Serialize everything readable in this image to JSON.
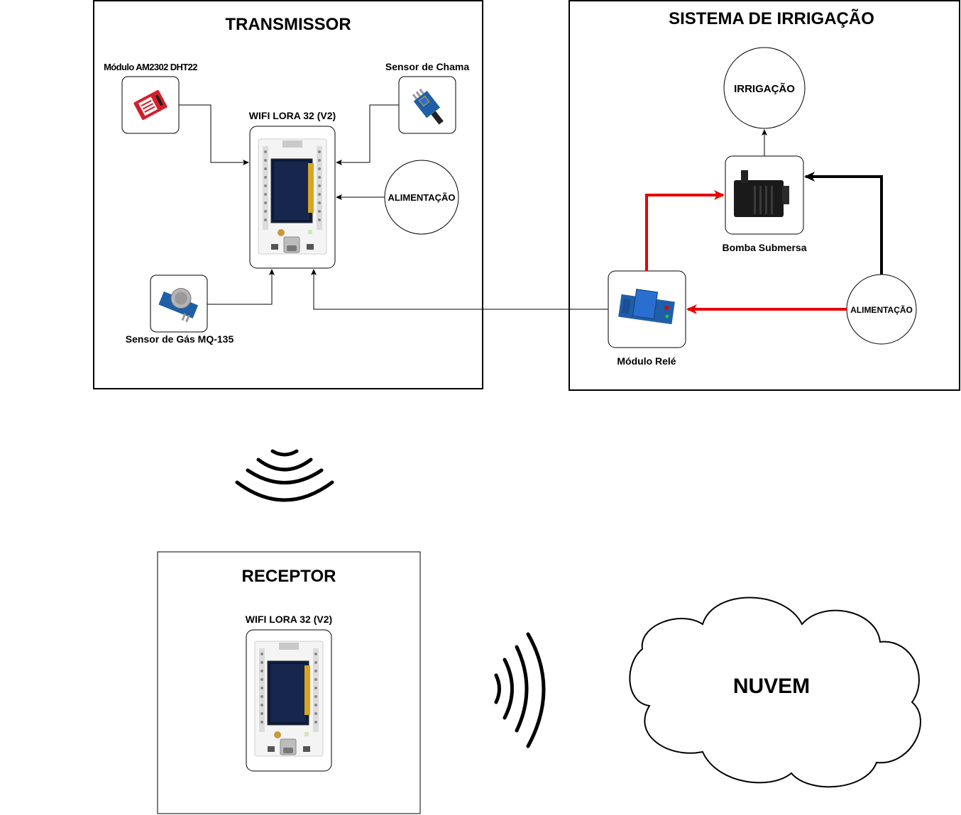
{
  "transmissor": {
    "title": "TRANSMISSOR",
    "board_label": "WIFI LORA 32 (V2)",
    "dht_label": "Módulo AM2302 DHT22",
    "flame_label": "Sensor de Chama",
    "gas_label": "Sensor de Gás MQ-135",
    "power_label": "ALIMENTAÇÃO"
  },
  "irrigacao": {
    "title": "SISTEMA DE IRRIGAÇÃO",
    "irrigation_label": "IRRIGAÇÃO",
    "pump_label": "Bomba Submersa",
    "relay_label": "Módulo Relé",
    "power_label": "ALIMENTAÇÃO"
  },
  "receptor": {
    "title": "RECEPTOR",
    "board_label": "WIFI LORA 32 (V2)"
  },
  "cloud": {
    "label": "NUVEM"
  },
  "colors": {
    "line": "#000000",
    "power_line": "#e60000",
    "board_body": "#f2f2f2",
    "screen": "#0a1a3a",
    "module_blue": "#1f5fa8",
    "dht_red": "#d41f2a"
  }
}
